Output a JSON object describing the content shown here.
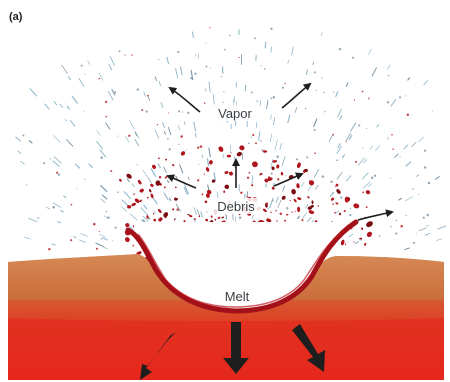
{
  "figure": {
    "panel_label": "(a)",
    "labels": {
      "vapor": "Vapor",
      "debris": "Debris",
      "melt": "Melt"
    },
    "colors": {
      "vapor_streak": "#8fb6c9",
      "vapor_dot": "#7a94a6",
      "debris_red": "#b0141c",
      "debris_dark": "#7a0c12",
      "melt_rim": "#a3101a",
      "ground_top": "#c9814c",
      "ground_mid": "#d8502a",
      "ground_deep": "#e3231d",
      "arrow": "#1e1e1e"
    }
  }
}
